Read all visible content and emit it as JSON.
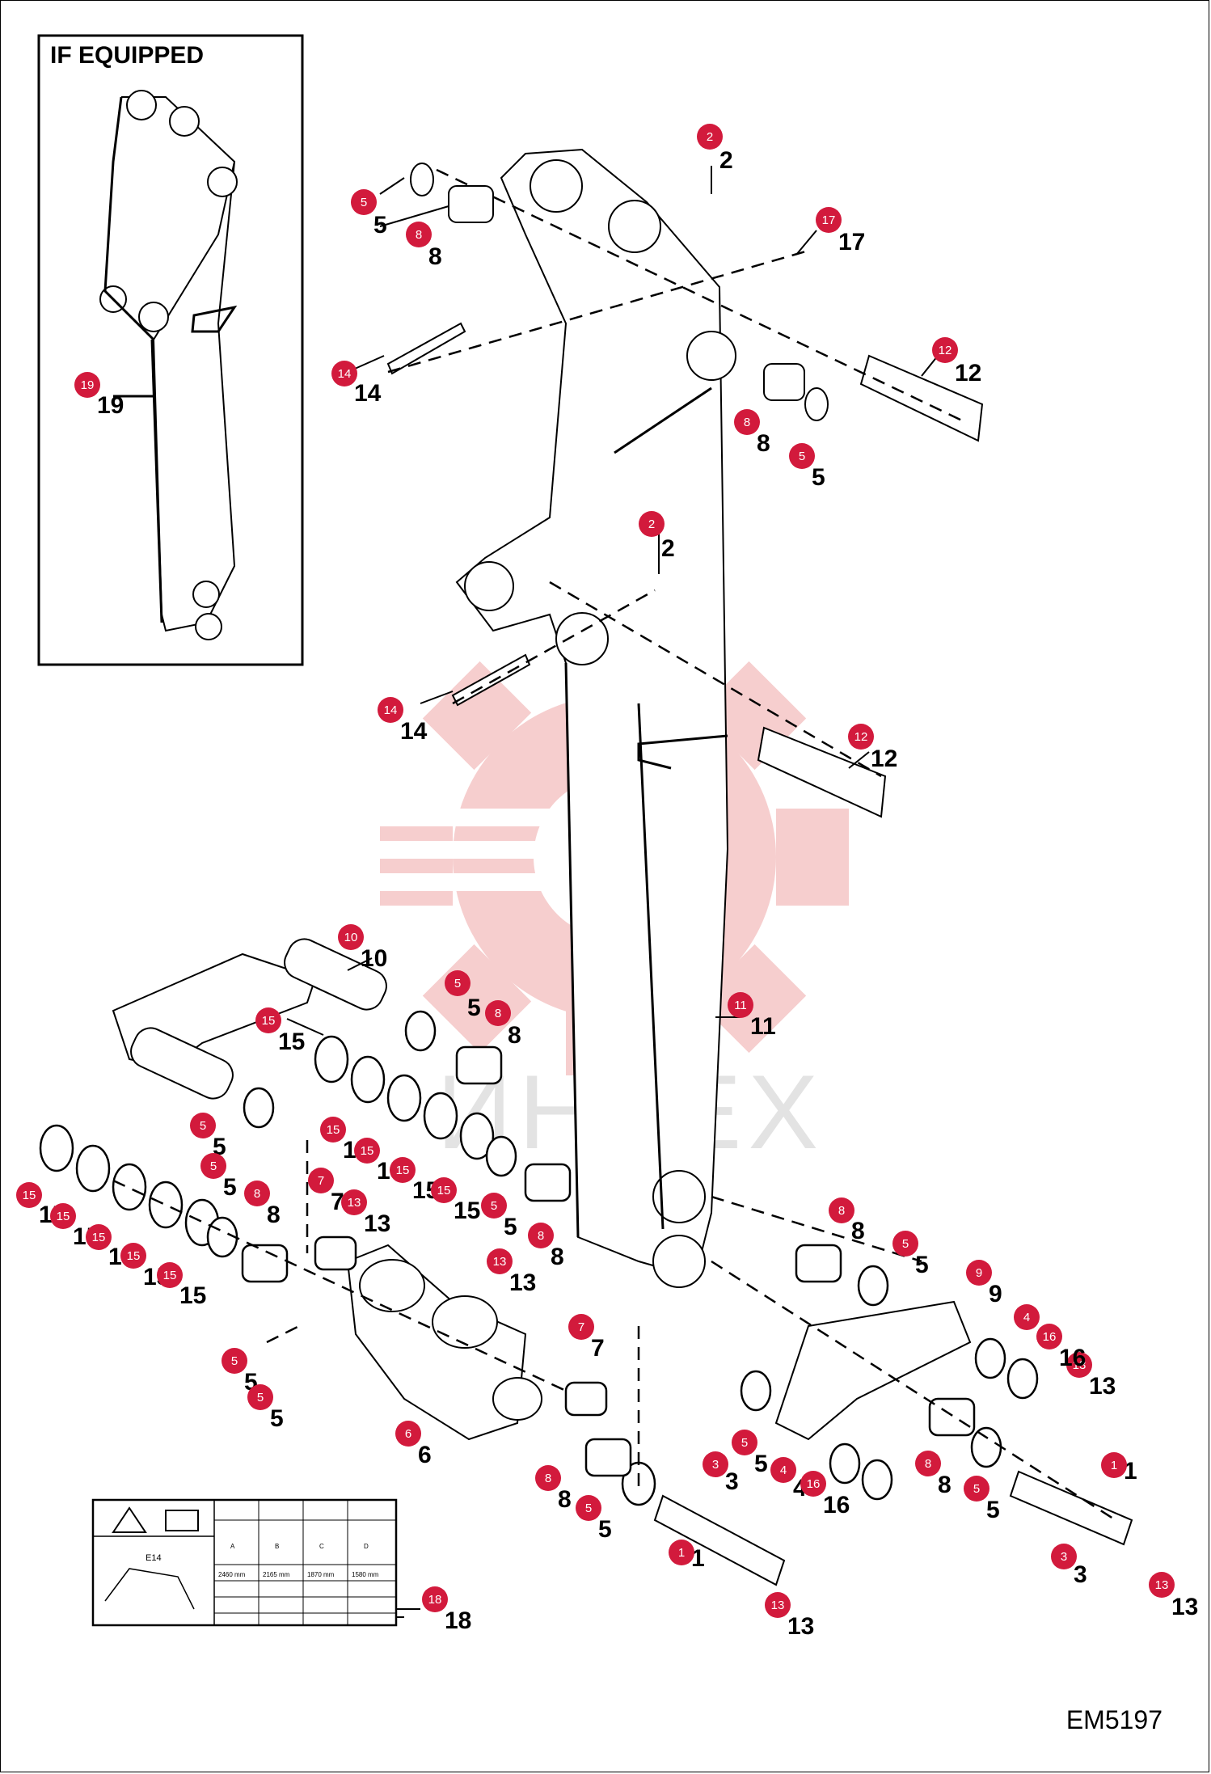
{
  "inset": {
    "title": "IF EQUIPPED"
  },
  "drawing_code": "EM5197",
  "watermark": "ИНТЕХ",
  "decal": {
    "code": "E14",
    "header_cells": [
      "A",
      "B",
      "C",
      "D"
    ],
    "row_cells": [
      "2460 mm",
      "2165 mm",
      "1870 mm",
      "1580 mm"
    ]
  },
  "colors": {
    "badge": "#d21a3c",
    "watermark": "#f5c6c6"
  },
  "callouts": [
    {
      "n": "1"
    },
    {
      "n": "2"
    },
    {
      "n": "3"
    },
    {
      "n": "4"
    },
    {
      "n": "5"
    },
    {
      "n": "6"
    },
    {
      "n": "7"
    },
    {
      "n": "8"
    },
    {
      "n": "9"
    },
    {
      "n": "10"
    },
    {
      "n": "11"
    },
    {
      "n": "12"
    },
    {
      "n": "13"
    },
    {
      "n": "14"
    },
    {
      "n": "15"
    },
    {
      "n": "16"
    },
    {
      "n": "17"
    },
    {
      "n": "18"
    },
    {
      "n": "19"
    }
  ]
}
